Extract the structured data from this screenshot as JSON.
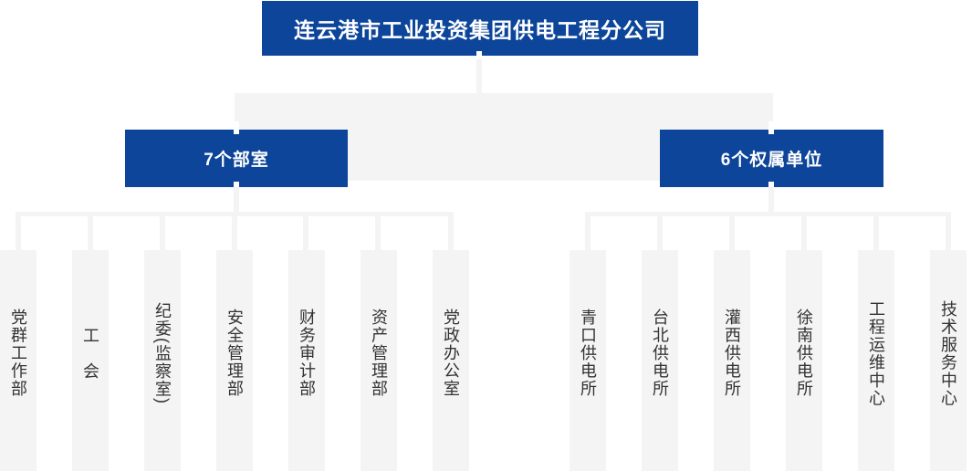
{
  "colors": {
    "primary_blue": "#0c4599",
    "panel_gray": "#f4f4f5",
    "text_on_blue": "#ffffff",
    "leaf_text": "#333333",
    "background": "#ffffff"
  },
  "org_chart": {
    "root": {
      "label": "连云港市工业投资集团供电工程分公司"
    },
    "groups": [
      {
        "id": "departments",
        "label": "7个部室",
        "children": [
          {
            "label": "党群工作部"
          },
          {
            "label": "工　会"
          },
          {
            "label": "纪委(监察室)"
          },
          {
            "label": "安全管理部"
          },
          {
            "label": "财务审计部"
          },
          {
            "label": "资产管理部"
          },
          {
            "label": "党政办公室"
          }
        ]
      },
      {
        "id": "subsidiaries",
        "label": "6个权属单位",
        "children": [
          {
            "label": "青口供电所"
          },
          {
            "label": "台北供电所"
          },
          {
            "label": "灌西供电所"
          },
          {
            "label": "徐南供电所"
          },
          {
            "label": "工程运维中心"
          },
          {
            "label": "技术服务中心"
          }
        ]
      }
    ]
  }
}
